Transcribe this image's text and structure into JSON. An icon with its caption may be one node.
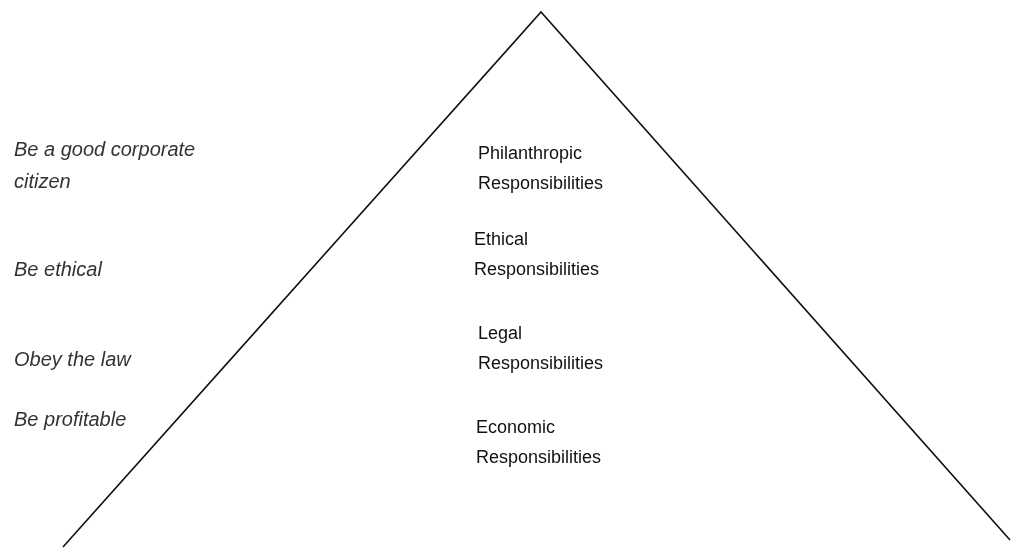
{
  "diagram": {
    "nodes": [
      {
        "text": [
          "Philanthropic Responsibilities",
          "Ethical Responsibilities",
          "Legal Responsibilities",
          "Economic Responsibilities"
        ]
      }
    ],
    "edges": [],
    "labels": [
      "Be a good corporate citizen",
      "Be ethical",
      "Obey the law",
      "Be profitable"
    ]
  }
}
